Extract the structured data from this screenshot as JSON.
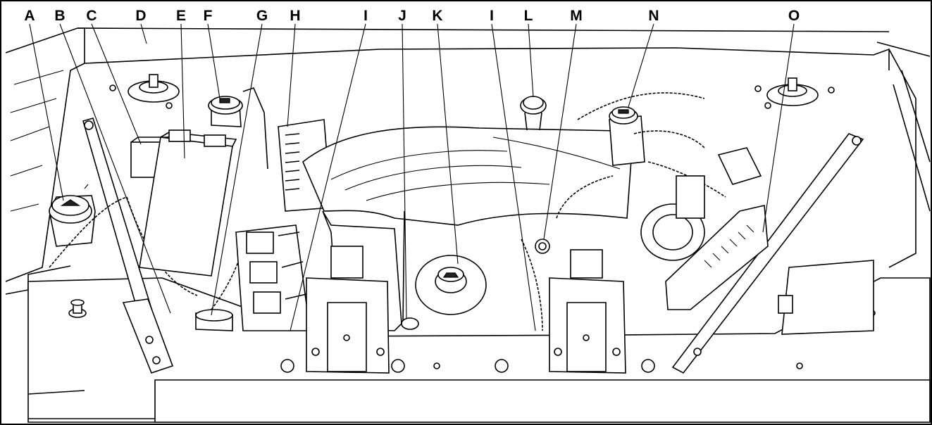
{
  "callouts": [
    {
      "id": "A",
      "text": "A"
    },
    {
      "id": "B",
      "text": "B"
    },
    {
      "id": "C",
      "text": "C"
    },
    {
      "id": "D",
      "text": "D"
    },
    {
      "id": "E",
      "text": "E"
    },
    {
      "id": "F",
      "text": "F"
    },
    {
      "id": "G",
      "text": "G"
    },
    {
      "id": "H",
      "text": "H"
    },
    {
      "id": "I1",
      "text": "I"
    },
    {
      "id": "J",
      "text": "J"
    },
    {
      "id": "K",
      "text": "K"
    },
    {
      "id": "I2",
      "text": "I"
    },
    {
      "id": "L",
      "text": "L"
    },
    {
      "id": "M",
      "text": "M"
    },
    {
      "id": "N",
      "text": "N"
    },
    {
      "id": "O",
      "text": "O"
    }
  ],
  "icons": {
    "washer_cap": "windshield-washer-icon",
    "oil_cap": "oil-can-icon",
    "coolant_cap": "coolant-icon",
    "brake_cap": "brake-fluid-icon"
  },
  "colors": {
    "line": "#000000",
    "background": "#ffffff"
  }
}
